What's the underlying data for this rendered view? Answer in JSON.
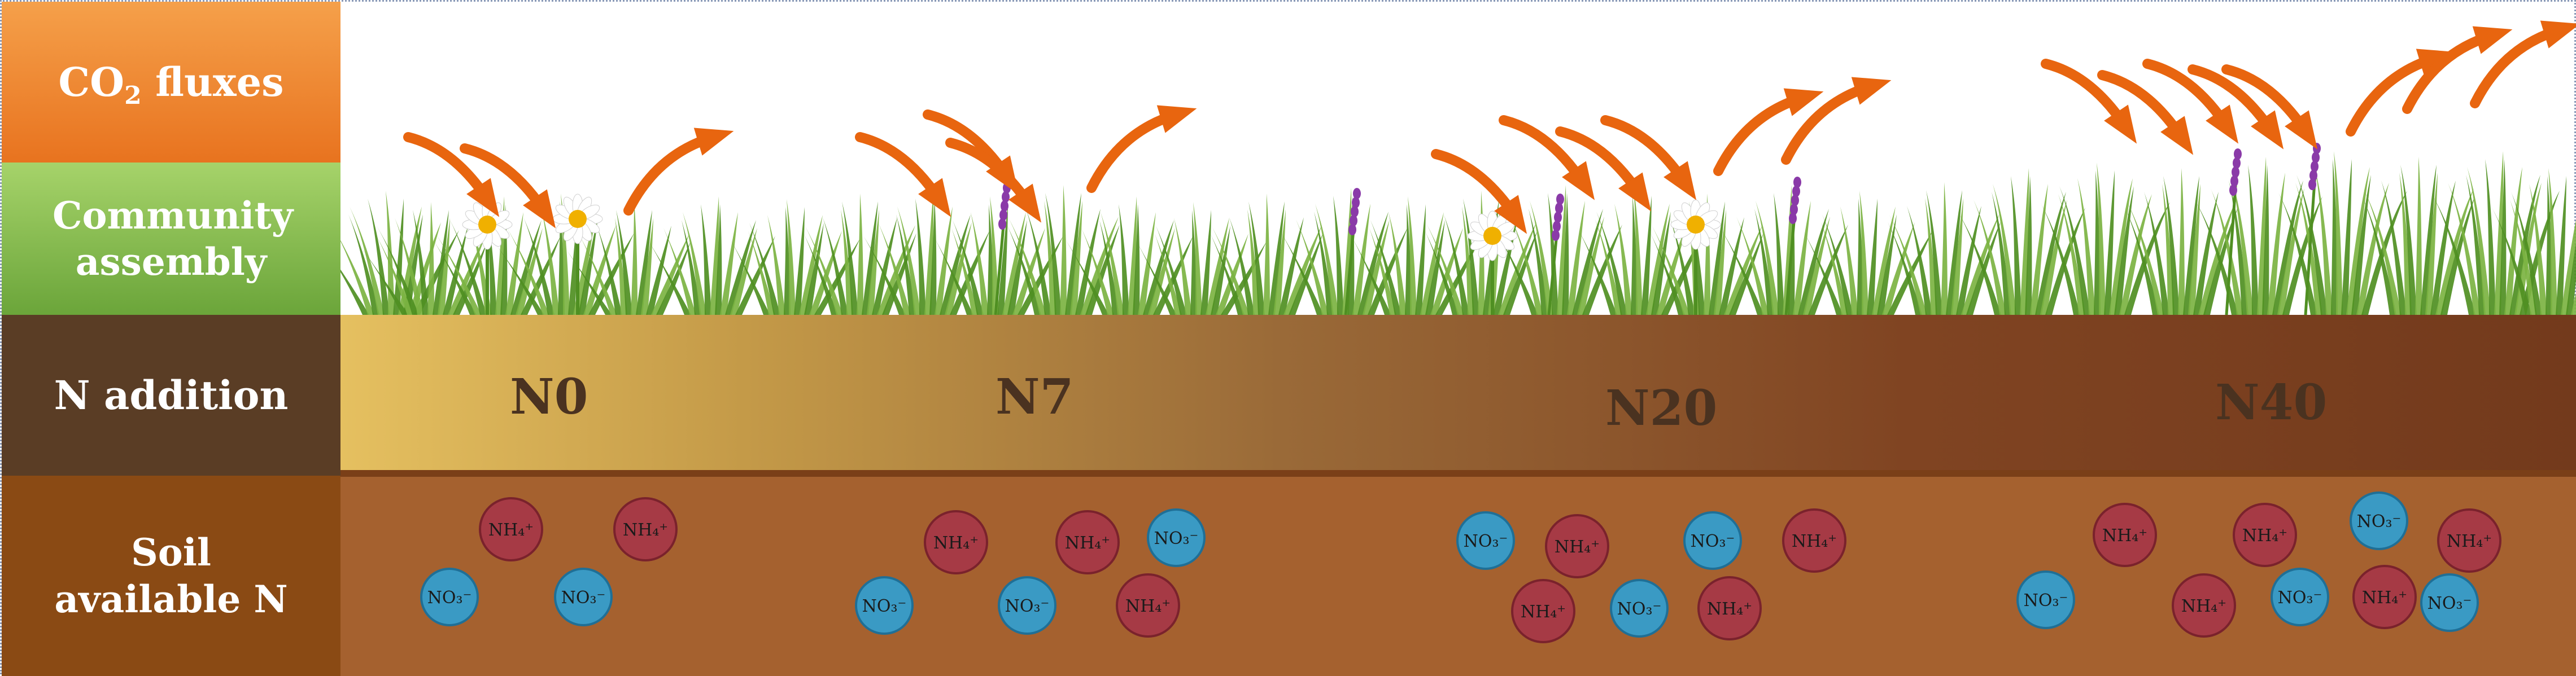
{
  "labels": {
    "co2_main": "CO",
    "co2_sub": "2",
    "co2_tail": " fluxes",
    "community": "Community assembly",
    "n_addition": "N addition",
    "soil": "Soil available N"
  },
  "treatments": [
    "N0",
    "N7",
    "N20",
    "N40"
  ],
  "ion_labels": {
    "ammonium": "NH₄⁺",
    "nitrate": "NO₃⁻"
  },
  "colors": {
    "ammonium": "#a63a45",
    "nitrate": "#3a9ac4",
    "arrow": "#e8650f",
    "grass": "#7cb342",
    "grass_dark": "#4f8f22",
    "daisy_petal": "#ffffff",
    "daisy_center": "#f0b000",
    "lavender": "#8a3aa8"
  },
  "icons": [
    "curved-arrow-icon",
    "grass-tuft-icon",
    "daisy-icon",
    "lavender-icon"
  ]
}
